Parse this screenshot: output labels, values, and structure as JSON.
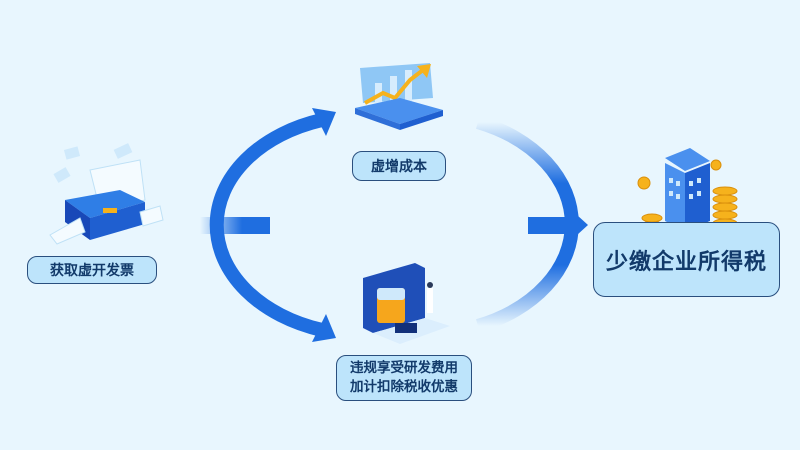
{
  "diagram": {
    "nodes": {
      "invoice": {
        "label": "获取虚开发票",
        "icon": "printer-icon"
      },
      "cost": {
        "label": "虚增成本",
        "icon": "rising-chart-icon"
      },
      "rd": {
        "line1": "违规享受研发费用",
        "line2": "加计扣除税收优惠",
        "icon": "laboratory-icon"
      },
      "tax": {
        "label": "少缴企业所得税",
        "icon": "building-coins-icon"
      }
    },
    "colors": {
      "background": "#e8f6fe",
      "arrow": "#1f6ee0",
      "label_fill": "#bde4fb",
      "label_border": "#2a4f7e",
      "label_text": "#123a6a",
      "coin": "#f6b21c"
    }
  }
}
